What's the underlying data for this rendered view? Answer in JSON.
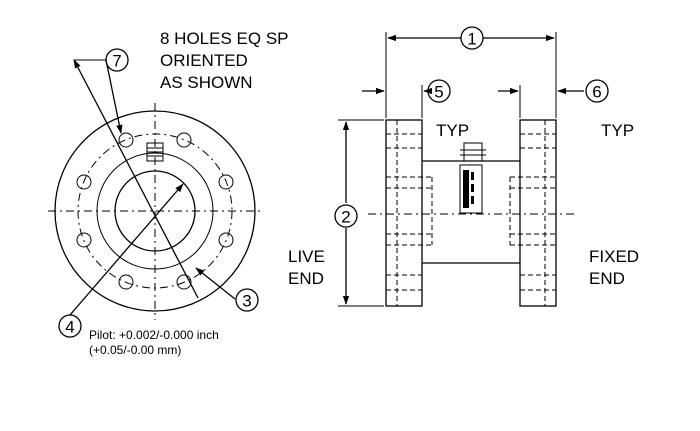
{
  "notes": {
    "holes_line1": "8 HOLES EQ SP",
    "holes_line2": "ORIENTED",
    "holes_line3": "AS SHOWN",
    "typ_left": "TYP",
    "typ_right": "TYP",
    "live_line1": "LIVE",
    "live_line2": "END",
    "fixed_line1": "FIXED",
    "fixed_line2": "END",
    "pilot_line1": "Pilot: +0.002/-0.000 inch",
    "pilot_line2": "(+0.05/-0.00 mm)"
  },
  "balloons": {
    "b1": "1",
    "b2": "2",
    "b3": "3",
    "b4": "4",
    "b5": "5",
    "b6": "6",
    "b7": "7"
  }
}
